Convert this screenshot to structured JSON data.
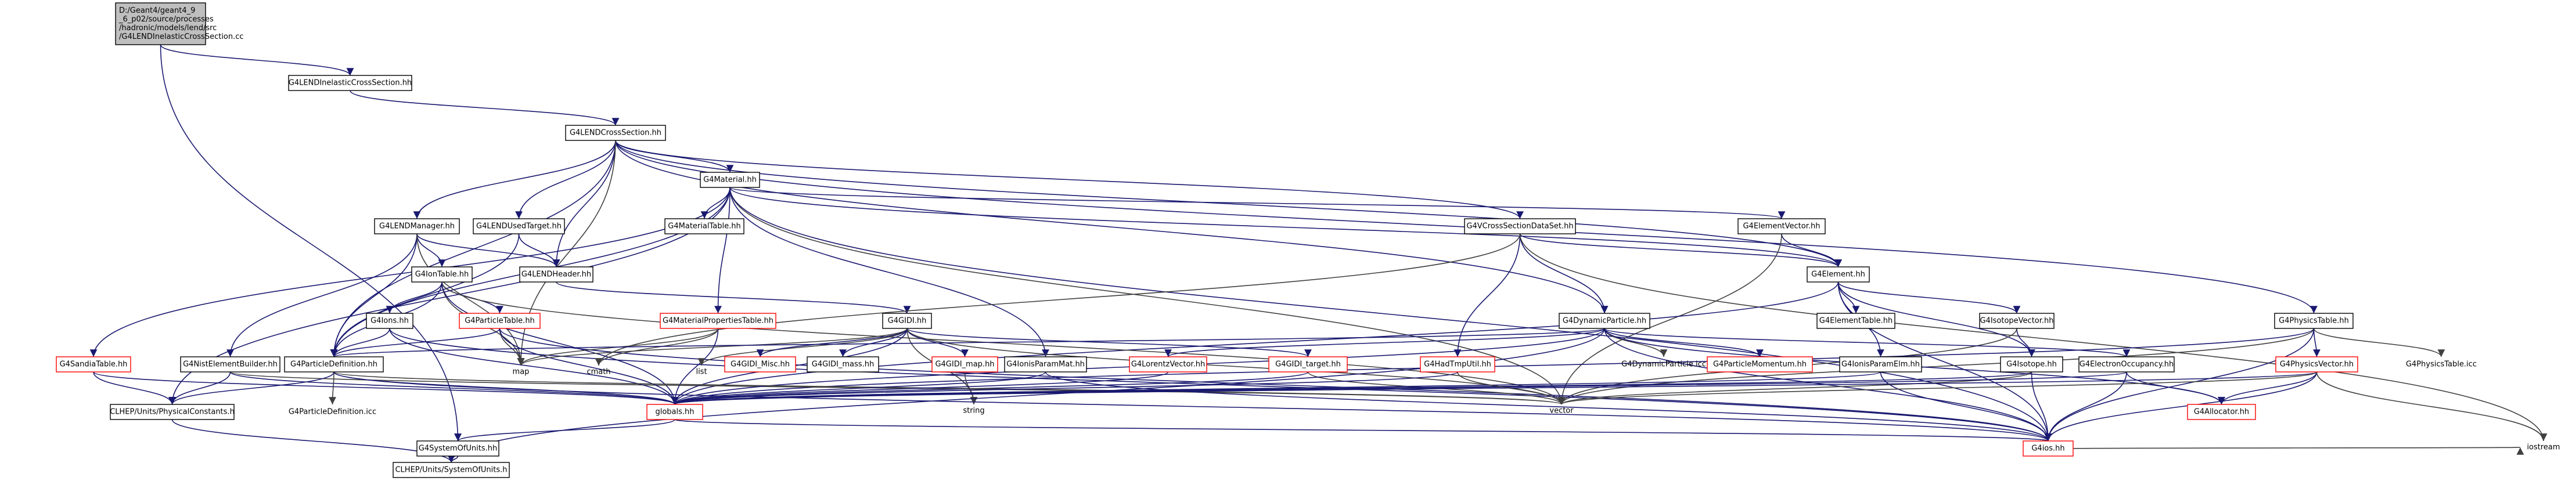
{
  "colors": {
    "root_fill": "#bfbfbf",
    "node_fill": "#ffffff",
    "node_border": "#000000",
    "missing_border": "#ff0000",
    "edge_main": "#191970",
    "edge_light": "#404040",
    "text": "#000000"
  },
  "graph": {
    "nodes": [
      {
        "id": "root",
        "lines": [
          "D:/Geant4/geant4_9",
          "_6_p02/source/processes",
          "/hadronic/models/lend/src",
          "/G4LENDInelasticCrossSection.cc"
        ],
        "kind": "root"
      },
      {
        "id": "inelastic",
        "lines": [
          "G4LENDInelasticCrossSection.hh"
        ]
      },
      {
        "id": "lendcs",
        "lines": [
          "G4LENDCrossSection.hh"
        ]
      },
      {
        "id": "material",
        "lines": [
          "G4Material.hh"
        ]
      },
      {
        "id": "lendmanager",
        "lines": [
          "G4LENDManager.hh"
        ]
      },
      {
        "id": "lendusedtarget",
        "lines": [
          "G4LENDUsedTarget.hh"
        ]
      },
      {
        "id": "materialtable",
        "lines": [
          "G4MaterialTable.hh"
        ]
      },
      {
        "id": "vcsds",
        "lines": [
          "G4VCrossSectionDataSet.hh"
        ]
      },
      {
        "id": "elementvector",
        "lines": [
          "G4ElementVector.hh"
        ]
      },
      {
        "id": "element",
        "lines": [
          "G4Element.hh"
        ]
      },
      {
        "id": "iontable",
        "lines": [
          "G4IonTable.hh"
        ]
      },
      {
        "id": "lendheader",
        "lines": [
          "G4LENDHeader.hh"
        ]
      },
      {
        "id": "elementtable",
        "lines": [
          "G4ElementTable.hh"
        ]
      },
      {
        "id": "isotopevector",
        "lines": [
          "G4IsotopeVector.hh"
        ]
      },
      {
        "id": "physicstable",
        "lines": [
          "G4PhysicsTable.hh"
        ]
      },
      {
        "id": "sandiatable",
        "lines": [
          "G4SandiaTable.hh"
        ],
        "missing": true
      },
      {
        "id": "nistbuilder",
        "lines": [
          "G4NistElementBuilder.hh"
        ]
      },
      {
        "id": "ions",
        "lines": [
          "G4Ions.hh"
        ]
      },
      {
        "id": "particletable",
        "lines": [
          "G4ParticleTable.hh"
        ],
        "missing": true
      },
      {
        "id": "matproptable",
        "lines": [
          "G4MaterialPropertiesTable.hh"
        ],
        "missing": true
      },
      {
        "id": "gidi",
        "lines": [
          "G4GIDI.hh"
        ]
      },
      {
        "id": "dynparticle",
        "lines": [
          "G4DynamicParticle.hh"
        ]
      },
      {
        "id": "particledef",
        "lines": [
          "G4ParticleDefinition.hh"
        ]
      },
      {
        "id": "map",
        "lines": [
          "map"
        ],
        "plain": true
      },
      {
        "id": "cmath",
        "lines": [
          "cmath"
        ],
        "plain": true
      },
      {
        "id": "list",
        "lines": [
          "list"
        ],
        "plain": true
      },
      {
        "id": "gidimisc",
        "lines": [
          "G4GIDI_Misc.hh"
        ],
        "missing": true
      },
      {
        "id": "gidimass",
        "lines": [
          "G4GIDI_mass.hh"
        ]
      },
      {
        "id": "gidimap",
        "lines": [
          "G4GIDI_map.hh"
        ],
        "missing": true
      },
      {
        "id": "ionisparammat",
        "lines": [
          "G4IonisParamMat.hh"
        ]
      },
      {
        "id": "lorentz",
        "lines": [
          "G4LorentzVector.hh"
        ],
        "missing": true
      },
      {
        "id": "giditarget",
        "lines": [
          "G4GIDI_target.hh"
        ],
        "missing": true
      },
      {
        "id": "hadtmpl",
        "lines": [
          "G4HadTmpUtil.hh"
        ],
        "missing": true
      },
      {
        "id": "dynicc",
        "lines": [
          "G4DynamicParticle.icc"
        ],
        "plain": true
      },
      {
        "id": "momentum",
        "lines": [
          "G4ParticleMomentum.hh"
        ],
        "missing": true
      },
      {
        "id": "ionisparamelm",
        "lines": [
          "G4IonisParamElm.hh"
        ]
      },
      {
        "id": "isotope",
        "lines": [
          "G4Isotope.hh"
        ]
      },
      {
        "id": "electronocc",
        "lines": [
          "G4ElectronOccupancy.hh"
        ]
      },
      {
        "id": "physicsvector",
        "lines": [
          "G4PhysicsVector.hh"
        ],
        "missing": true
      },
      {
        "id": "physicstableicc",
        "lines": [
          "G4PhysicsTable.icc"
        ],
        "plain": true
      },
      {
        "id": "physconst",
        "lines": [
          "CLHEP/Units/PhysicalConstants.h"
        ]
      },
      {
        "id": "particledeficc",
        "lines": [
          "G4ParticleDefinition.icc"
        ],
        "plain": true
      },
      {
        "id": "globals",
        "lines": [
          "globals.hh"
        ],
        "missing": true
      },
      {
        "id": "string",
        "lines": [
          "string"
        ],
        "plain": true
      },
      {
        "id": "vector",
        "lines": [
          "vector"
        ],
        "plain": true
      },
      {
        "id": "allocator",
        "lines": [
          "G4Allocator.hh"
        ],
        "missing": true
      },
      {
        "id": "ios",
        "lines": [
          "G4ios.hh"
        ],
        "missing": true
      },
      {
        "id": "iostream",
        "lines": [
          "iostream"
        ],
        "plain": true
      },
      {
        "id": "systemofunits",
        "lines": [
          "G4SystemOfUnits.hh"
        ]
      },
      {
        "id": "clhepsou",
        "lines": [
          "CLHEP/Units/SystemOfUnits.h"
        ]
      }
    ],
    "edges": [
      [
        "root",
        "inelastic"
      ],
      [
        "root",
        "systemofunits"
      ],
      [
        "inelastic",
        "lendcs"
      ],
      [
        "lendcs",
        "material"
      ],
      [
        "lendcs",
        "lendmanager"
      ],
      [
        "lendcs",
        "lendusedtarget"
      ],
      [
        "lendcs",
        "lendheader"
      ],
      [
        "lendcs",
        "vcsds"
      ],
      [
        "lendcs",
        "element"
      ],
      [
        "lendcs",
        "particledef"
      ],
      [
        "lendcs",
        "dynparticle"
      ],
      [
        "lendcs",
        "physicstable"
      ],
      [
        "lendcs",
        "map"
      ],
      [
        "material",
        "materialtable"
      ],
      [
        "material",
        "elementvector"
      ],
      [
        "material",
        "element"
      ],
      [
        "material",
        "matproptable"
      ],
      [
        "material",
        "ionisparammat"
      ],
      [
        "material",
        "sandiatable"
      ],
      [
        "material",
        "physconst"
      ],
      [
        "material",
        "vector"
      ],
      [
        "material",
        "ios"
      ],
      [
        "material",
        "particledef"
      ],
      [
        "lendmanager",
        "iontable"
      ],
      [
        "lendmanager",
        "lendheader"
      ],
      [
        "lendmanager",
        "nistbuilder"
      ],
      [
        "lendmanager",
        "particledef"
      ],
      [
        "lendmanager",
        "map"
      ],
      [
        "lendusedtarget",
        "lendheader"
      ],
      [
        "lendusedtarget",
        "particledef"
      ],
      [
        "lendheader",
        "gidi"
      ],
      [
        "vcsds",
        "element"
      ],
      [
        "vcsds",
        "dynparticle"
      ],
      [
        "vcsds",
        "hadtmpl"
      ],
      [
        "vcsds",
        "cmath"
      ],
      [
        "vcsds",
        "iostream"
      ],
      [
        "elementvector",
        "element"
      ],
      [
        "elementvector",
        "vector"
      ],
      [
        "element",
        "elementtable"
      ],
      [
        "element",
        "isotopevector"
      ],
      [
        "element",
        "ionisparamelm"
      ],
      [
        "element",
        "isotope"
      ],
      [
        "element",
        "globals"
      ],
      [
        "element",
        "ios"
      ],
      [
        "iontable",
        "ions"
      ],
      [
        "iontable",
        "particletable"
      ],
      [
        "iontable",
        "particledef"
      ],
      [
        "iontable",
        "map"
      ],
      [
        "iontable",
        "vector"
      ],
      [
        "iontable",
        "globals"
      ],
      [
        "isotopevector",
        "isotope"
      ],
      [
        "isotopevector",
        "vector"
      ],
      [
        "physicstable",
        "physicsvector"
      ],
      [
        "physicstable",
        "physicstableicc"
      ],
      [
        "physicstable",
        "globals"
      ],
      [
        "physicstable",
        "vector"
      ],
      [
        "physicstable",
        "ios"
      ],
      [
        "sandiatable",
        "physconst"
      ],
      [
        "sandiatable",
        "globals"
      ],
      [
        "nistbuilder",
        "physconst"
      ],
      [
        "nistbuilder",
        "globals"
      ],
      [
        "nistbuilder",
        "vector"
      ],
      [
        "ions",
        "particledef"
      ],
      [
        "ions",
        "globals"
      ],
      [
        "ions",
        "ios"
      ],
      [
        "particletable",
        "particledef"
      ],
      [
        "particletable",
        "map"
      ],
      [
        "particletable",
        "globals"
      ],
      [
        "particletable",
        "ios"
      ],
      [
        "matproptable",
        "map"
      ],
      [
        "matproptable",
        "globals"
      ],
      [
        "matproptable",
        "cmath"
      ],
      [
        "gidi",
        "list"
      ],
      [
        "gidi",
        "gidimisc"
      ],
      [
        "gidi",
        "gidimass"
      ],
      [
        "gidi",
        "gidimap"
      ],
      [
        "gidi",
        "giditarget"
      ],
      [
        "gidi",
        "string"
      ],
      [
        "gidi",
        "vector"
      ],
      [
        "gidi",
        "globals"
      ],
      [
        "gidi",
        "map"
      ],
      [
        "gidimap",
        "string"
      ],
      [
        "giditarget",
        "vector"
      ],
      [
        "giditarget",
        "globals"
      ],
      [
        "dynparticle",
        "lorentz"
      ],
      [
        "dynparticle",
        "momentum"
      ],
      [
        "dynparticle",
        "dynicc"
      ],
      [
        "dynparticle",
        "electronocc"
      ],
      [
        "dynparticle",
        "allocator"
      ],
      [
        "dynparticle",
        "globals"
      ],
      [
        "dynparticle",
        "clhepsou"
      ],
      [
        "dynparticle",
        "ios"
      ],
      [
        "dynparticle",
        "particledef"
      ],
      [
        "particledef",
        "particledeficc"
      ],
      [
        "particledef",
        "physconst"
      ],
      [
        "particledef",
        "globals"
      ],
      [
        "particledef",
        "vector"
      ],
      [
        "particledef",
        "ios"
      ],
      [
        "ionisparammat",
        "globals"
      ],
      [
        "ionisparammat",
        "ios"
      ],
      [
        "ionisparamelm",
        "globals"
      ],
      [
        "ionisparamelm",
        "ios"
      ],
      [
        "isotope",
        "globals"
      ],
      [
        "isotope",
        "ios"
      ],
      [
        "isotope",
        "vector"
      ],
      [
        "electronocc",
        "globals"
      ],
      [
        "electronocc",
        "allocator"
      ],
      [
        "electronocc",
        "ios"
      ],
      [
        "physicsvector",
        "globals"
      ],
      [
        "physicsvector",
        "ios"
      ],
      [
        "physicsvector",
        "vector"
      ],
      [
        "physicsvector",
        "allocator"
      ],
      [
        "physicsvector",
        "iostream"
      ],
      [
        "hadtmpl",
        "globals"
      ],
      [
        "hadtmpl",
        "vector"
      ],
      [
        "lorentz",
        "globals"
      ],
      [
        "physconst",
        "clhepsou"
      ],
      [
        "globals",
        "ios"
      ],
      [
        "globals",
        "systemofunits"
      ],
      [
        "systemofunits",
        "clhepsou"
      ],
      [
        "ios",
        "iostream"
      ]
    ]
  }
}
